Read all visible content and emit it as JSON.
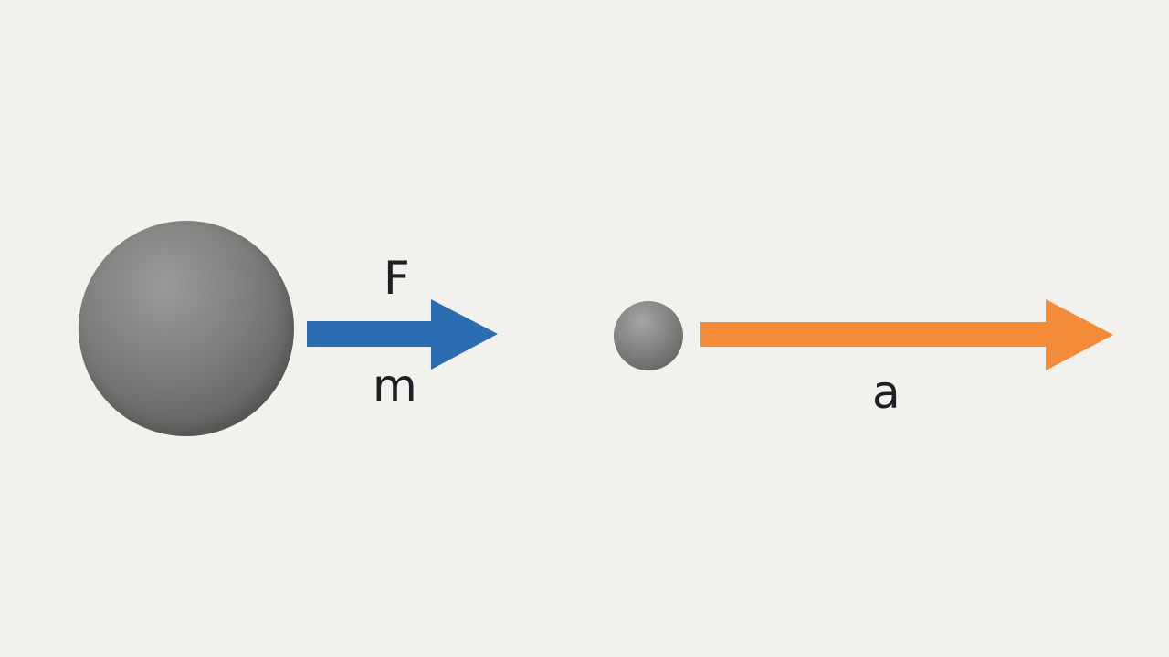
{
  "diagram": {
    "labels": {
      "force": "F",
      "mass": "m",
      "acceleration": "a"
    },
    "objects": [
      {
        "name": "large-mass",
        "shape": "sphere",
        "color": "#7c7c7a"
      },
      {
        "name": "small-mass",
        "shape": "sphere",
        "color": "#838381"
      }
    ],
    "arrows": [
      {
        "name": "force-arrow",
        "direction": "right",
        "color": "#2a6db0"
      },
      {
        "name": "acceleration-arrow",
        "direction": "right",
        "color": "#f48b38"
      }
    ],
    "colors": {
      "background": "#f2f1ee",
      "force": "#2a6db0",
      "acceleration": "#f48b38",
      "text": "#1e1f22"
    }
  }
}
